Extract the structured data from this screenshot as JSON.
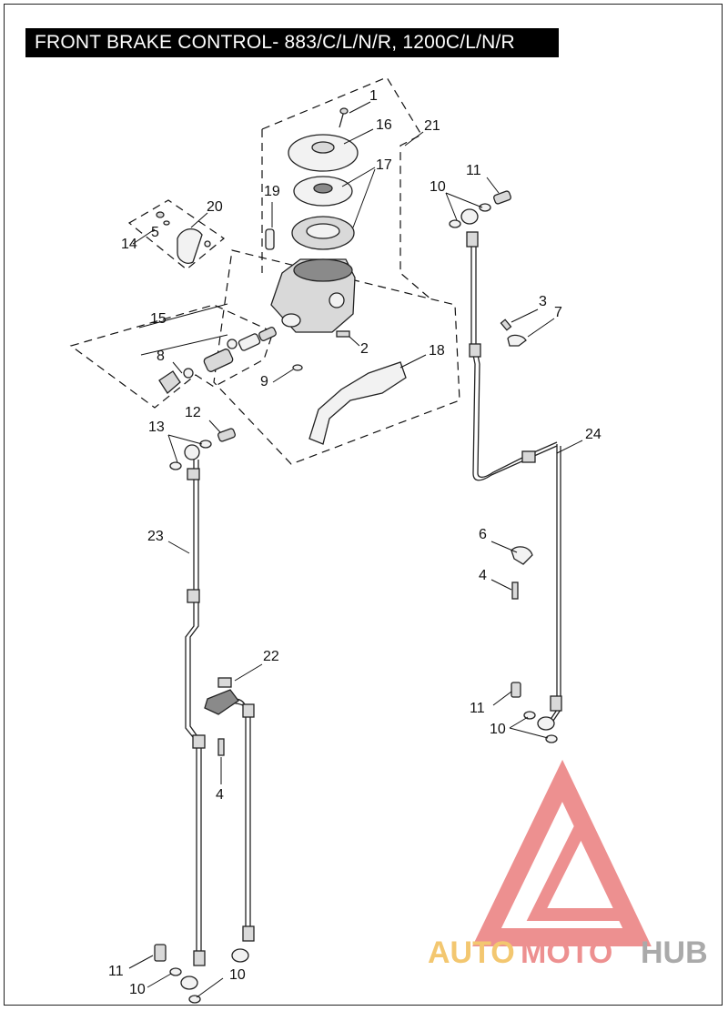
{
  "title": "FRONT BRAKE CONTROL- 883/C/L/N/R, 1200C/L/N/R",
  "callouts": {
    "c1": "1",
    "c16": "16",
    "c21": "21",
    "c17": "17",
    "c19": "19",
    "c20": "20",
    "c5": "5",
    "c14": "14",
    "c15": "15",
    "c8": "8",
    "c9": "9",
    "c2": "2",
    "c18": "18",
    "c11_top": "11",
    "c10_top": "10",
    "c3": "3",
    "c7": "7",
    "c12": "12",
    "c13": "13",
    "c24": "24",
    "c23": "23",
    "c6": "6",
    "c4_right": "4",
    "c22": "22",
    "c4_mid": "4",
    "c11_right": "11",
    "c10_right": "10",
    "c11_bottom": "11",
    "c10_bottom_a": "10",
    "c10_bottom_b": "10"
  },
  "watermark": {
    "part1": "AUTO",
    "part2": "MOTO",
    "part3": "HUB"
  },
  "colors": {
    "title_bg": "#000000",
    "title_fg": "#ffffff",
    "logo_red": "#e86b6b",
    "logo_yellow": "#f0b541",
    "logo_gray": "#8e8e8e"
  }
}
